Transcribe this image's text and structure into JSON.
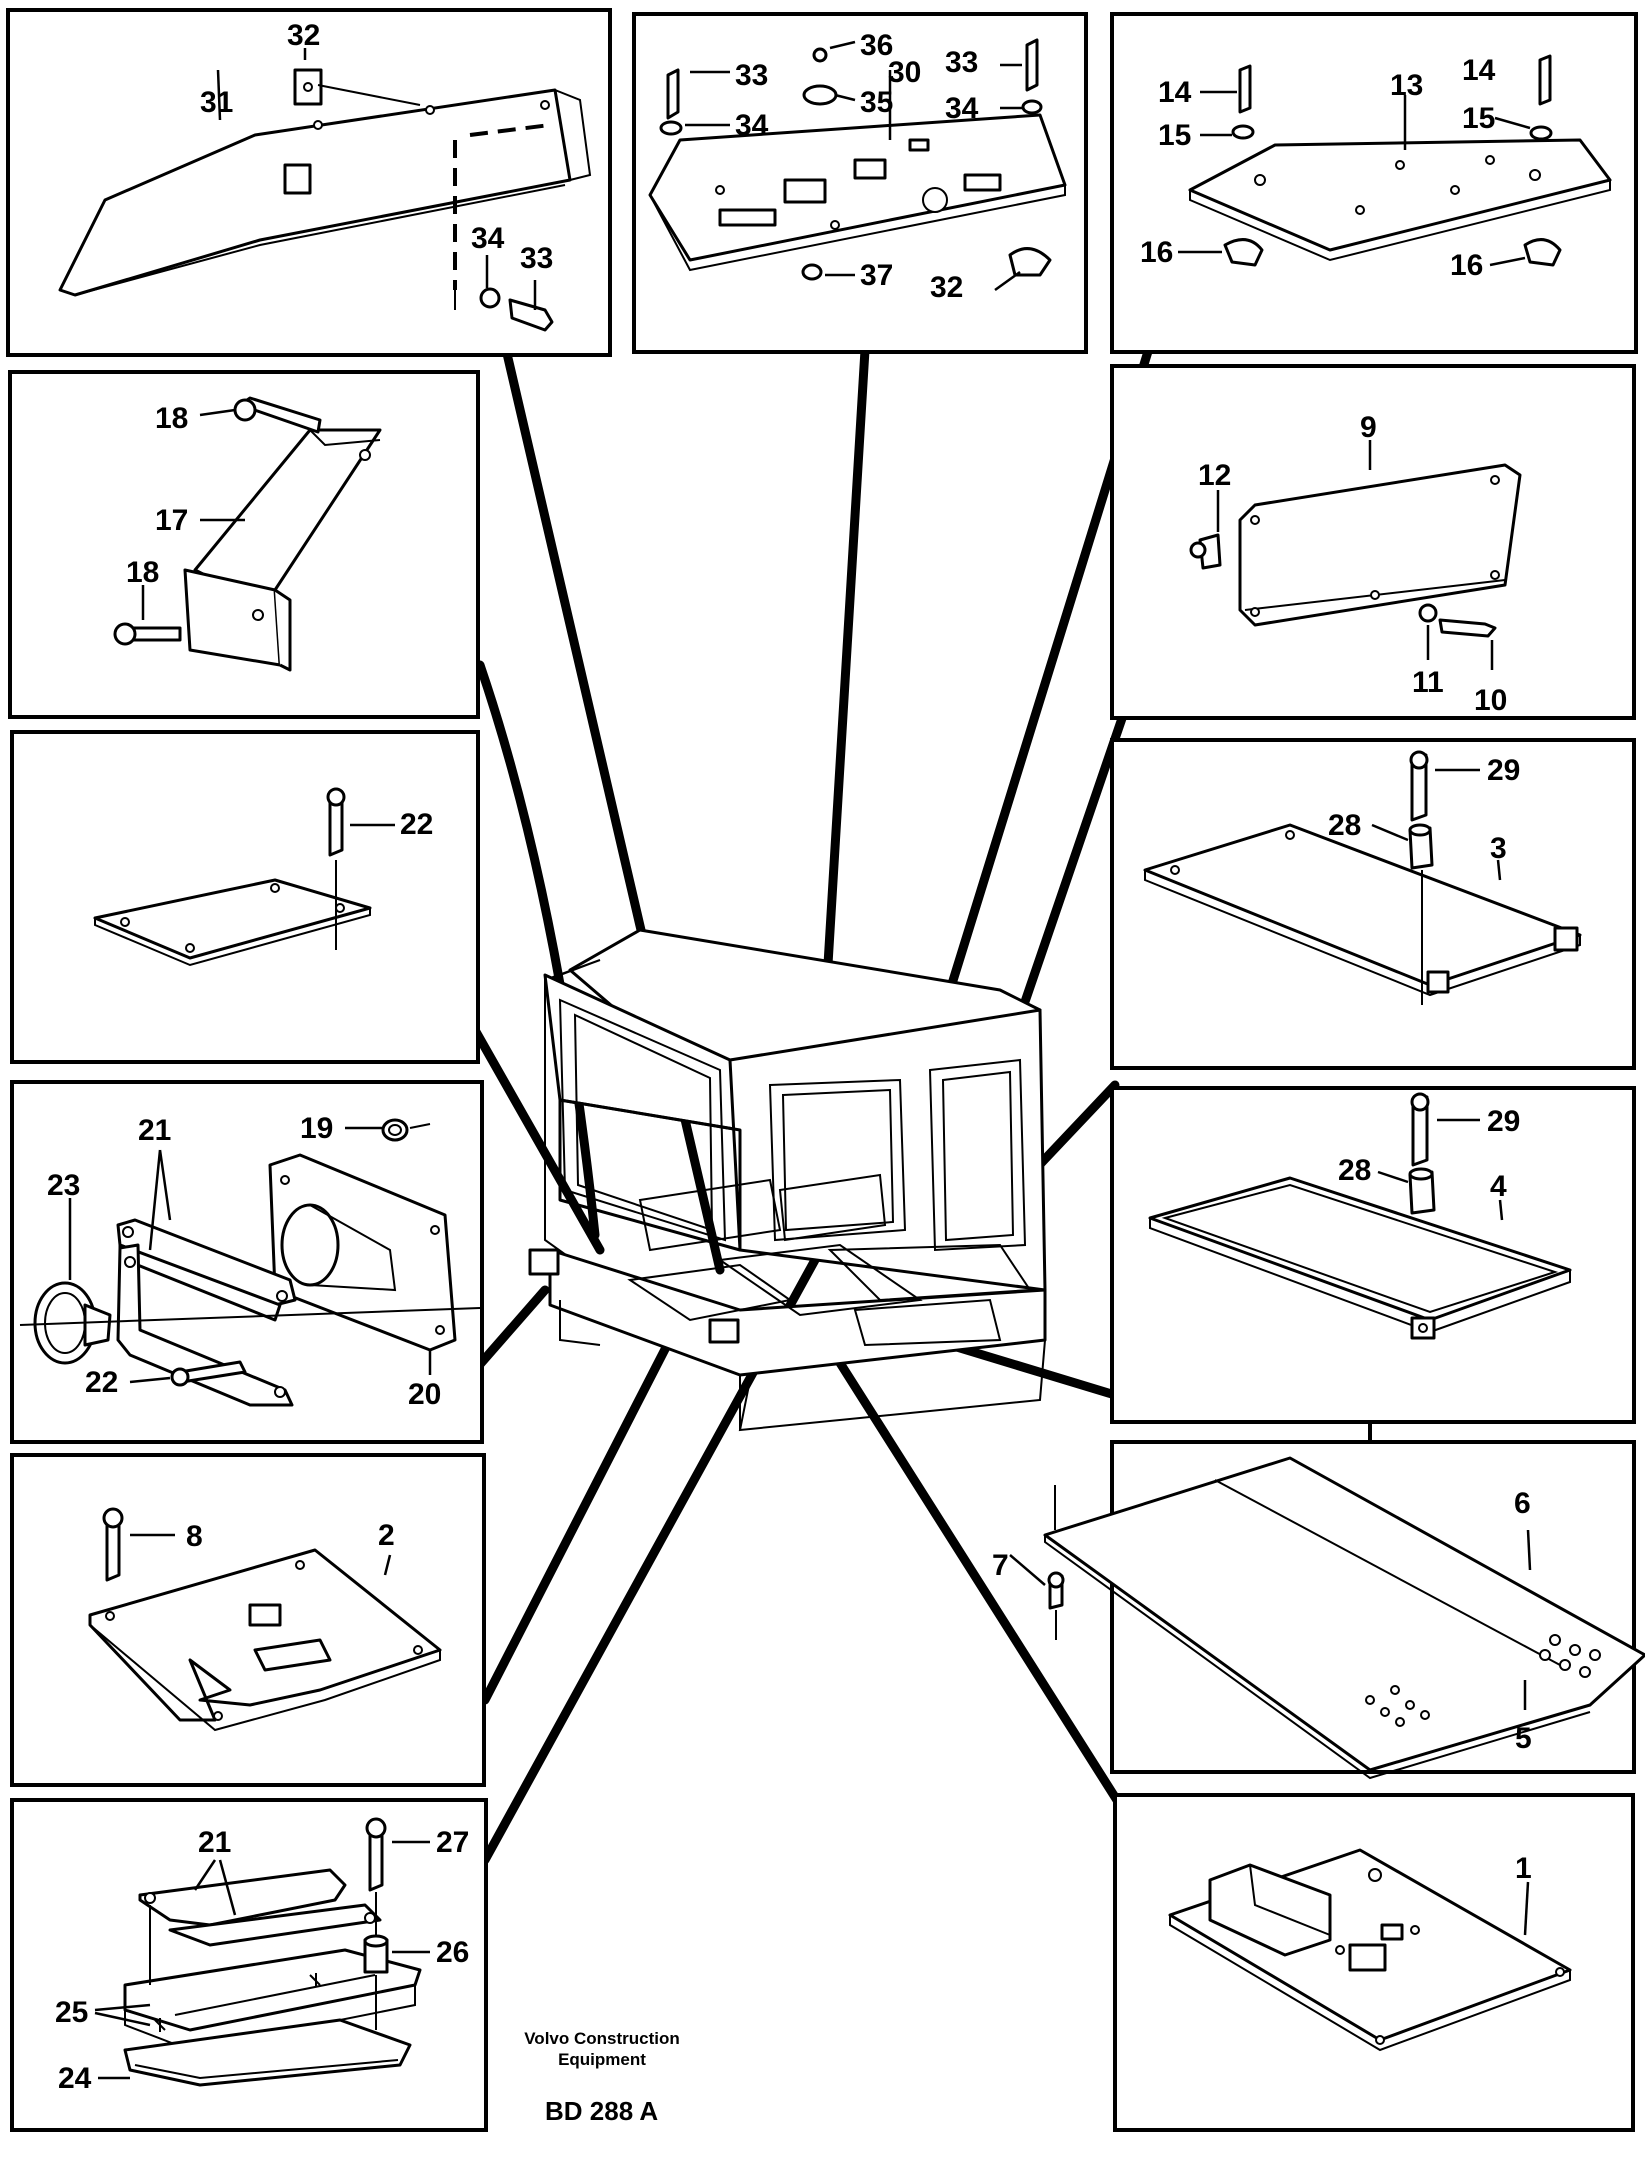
{
  "diagram": {
    "footer": {
      "company_line1": "Volvo Construction",
      "company_line2": "Equipment",
      "drawing_code": "BD 288 A"
    },
    "labels": {
      "p_tl_32": "32",
      "p_tl_31": "31",
      "p_tl_34": "34",
      "p_tl_33": "33",
      "p_tc_36": "36",
      "p_tc_33a": "33",
      "p_tc_30": "30",
      "p_tc_33b": "33",
      "p_tc_34a": "34",
      "p_tc_35": "35",
      "p_tc_34b": "34",
      "p_tc_37": "37",
      "p_tc_32": "32",
      "p_tr_14a": "14",
      "p_tr_13": "13",
      "p_tr_14b": "14",
      "p_tr_15a": "15",
      "p_tr_15b": "15",
      "p_tr_16a": "16",
      "p_tr_16b": "16",
      "p_17_18a": "18",
      "p_17_17": "17",
      "p_17_18b": "18",
      "p_9_9": "9",
      "p_9_12": "12",
      "p_9_11": "11",
      "p_9_10": "10",
      "p_22_22": "22",
      "p_3_29": "29",
      "p_3_28": "28",
      "p_3_3": "3",
      "p_20_21": "21",
      "p_20_19": "19",
      "p_20_23": "23",
      "p_20_22": "22",
      "p_20_20": "20",
      "p_4_29": "29",
      "p_4_28": "28",
      "p_4_4": "4",
      "p_2_8": "8",
      "p_2_2": "2",
      "p_6_6": "6",
      "p_6_7": "7",
      "p_6_5": "5",
      "p_24_21": "21",
      "p_24_27": "27",
      "p_24_26": "26",
      "p_24_25": "25",
      "p_24_24": "24",
      "p_1_1": "1"
    }
  }
}
